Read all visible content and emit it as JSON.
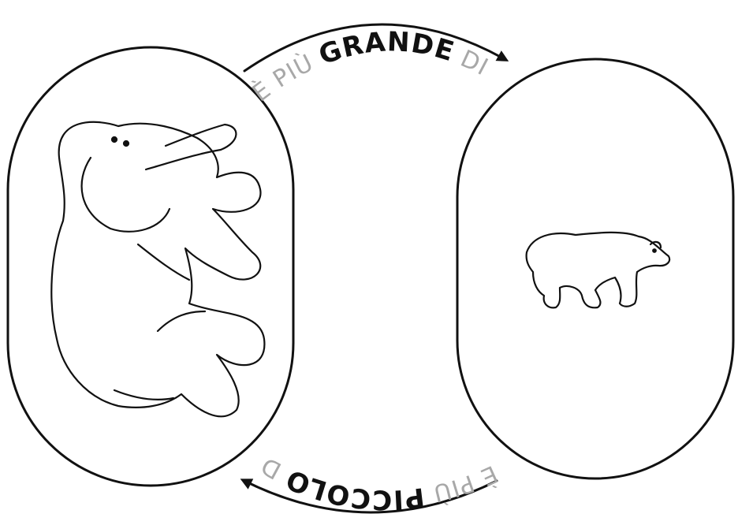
{
  "top_arrow": {
    "prefix": "È PIÙ ",
    "emphasis": "GRANDE",
    "suffix": " DI"
  },
  "bottom_arrow": {
    "prefix": "È PIÙ ",
    "emphasis": "PICCOLO",
    "suffix": " DI"
  },
  "left_panel": {
    "animal": "elephant"
  },
  "right_panel": {
    "animal": "polar-bear"
  },
  "colors": {
    "stroke": "#111111",
    "light_text": "#a8a8a8",
    "background": "#ffffff"
  }
}
